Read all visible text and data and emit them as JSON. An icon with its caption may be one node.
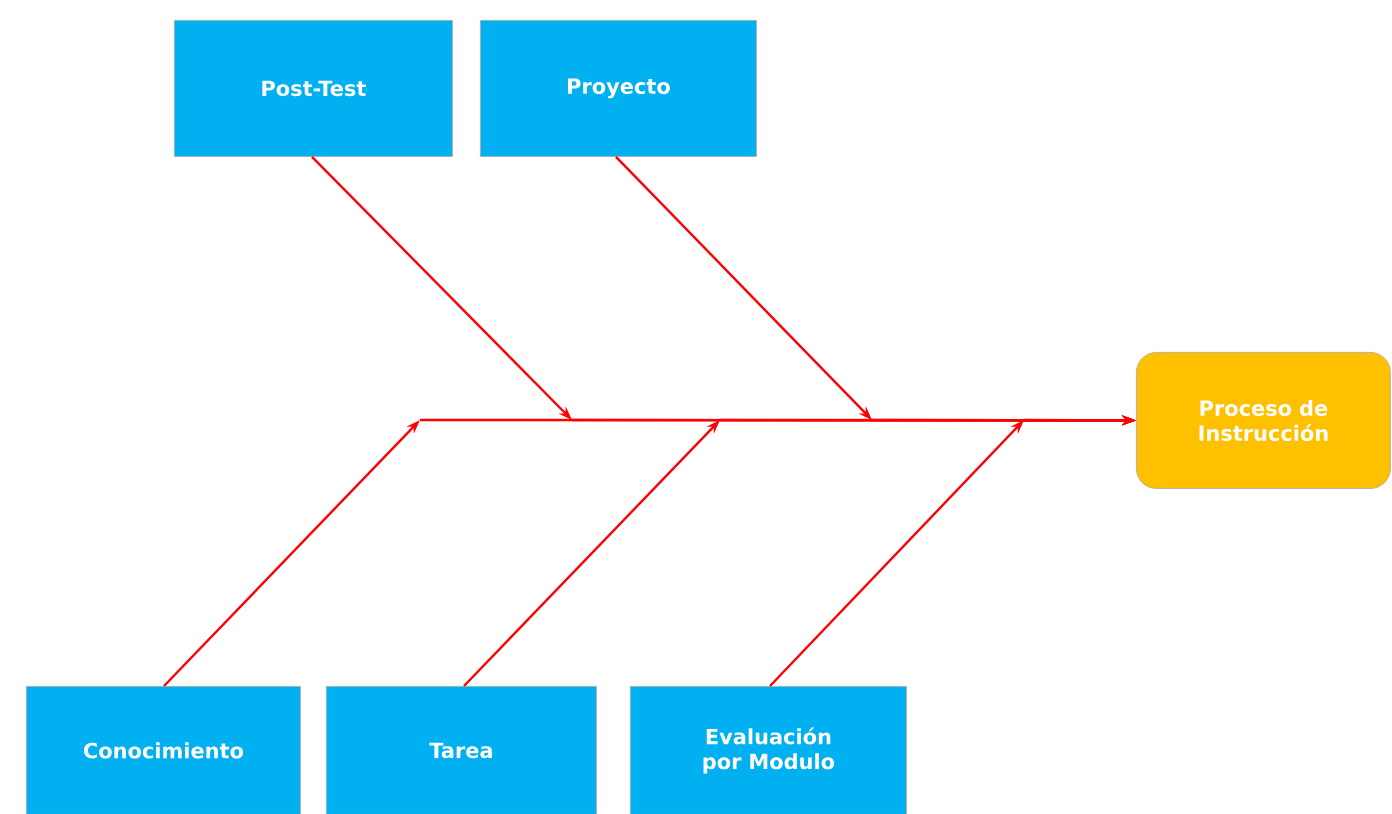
{
  "diagram": {
    "nodes": [
      {
        "text": [
          "Post-Test"
        ]
      },
      {
        "text": [
          "Proyecto"
        ]
      },
      {
        "text": [
          "Proceso de Instrucción"
        ]
      },
      {
        "text": [
          "Conocimiento"
        ]
      },
      {
        "text": [
          "Tarea"
        ]
      },
      {
        "text": [
          "Evaluación por Modulo"
        ]
      }
    ],
    "edges": [
      {
        "from": 0,
        "to": 2,
        "arrow": "to"
      },
      {
        "from": 1,
        "to": 2,
        "arrow": "to"
      },
      {
        "from": 3,
        "to": 2,
        "arrow": "to"
      },
      {
        "from": 4,
        "to": 2,
        "arrow": "to"
      },
      {
        "from": 5,
        "to": 2,
        "arrow": "to"
      }
    ]
  }
}
